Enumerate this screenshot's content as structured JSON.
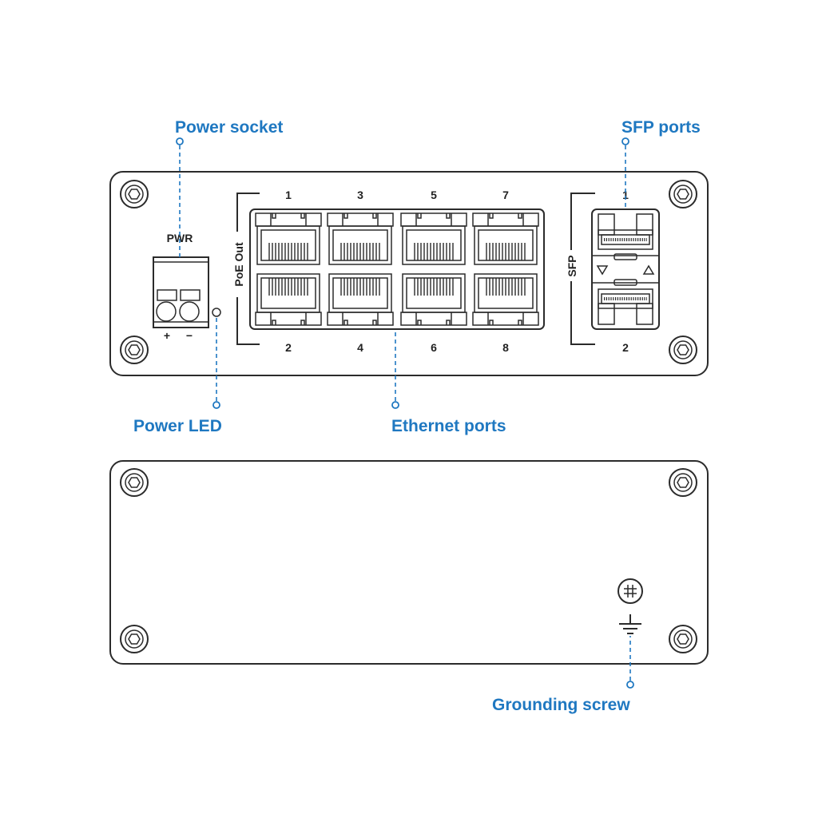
{
  "callouts": {
    "power_socket": "Power socket",
    "sfp_ports": "SFP ports",
    "power_led": "Power LED",
    "ethernet_ports": "Ethernet ports",
    "grounding_screw": "Grounding screw"
  },
  "front_panel": {
    "pwr_label": "PWR",
    "plus": "+",
    "minus": "−",
    "poe_label": "PoE Out",
    "sfp_label": "SFP",
    "ethernet_top_numbers": [
      "1",
      "3",
      "5",
      "7"
    ],
    "ethernet_bottom_numbers": [
      "2",
      "4",
      "6",
      "8"
    ],
    "sfp_top_number": "1",
    "sfp_bottom_number": "2"
  },
  "colors": {
    "accent": "#1f78c1",
    "line": "#2b2b2b"
  }
}
